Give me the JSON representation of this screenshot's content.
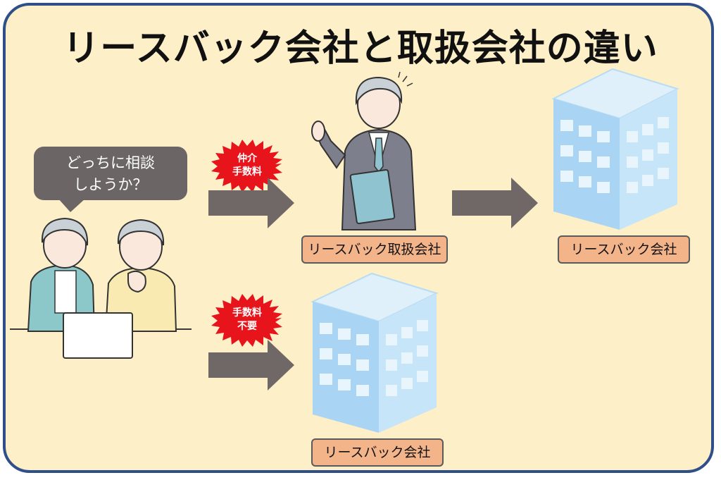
{
  "title": "リースバック会社と取扱会社の違い",
  "bubble": {
    "line1": "どっちに相談",
    "line2": "しようか？"
  },
  "badges": {
    "top": {
      "line1": "仲介",
      "line2": "手数料"
    },
    "bottom": {
      "line1": "手数料",
      "line2": "不要"
    }
  },
  "labels": {
    "broker": "リースバック取扱会社",
    "company_top": "リースバック会社",
    "company_bottom": "リースバック会社"
  },
  "colors": {
    "frame_border": "#2f4f8a",
    "background": "#fdefc8",
    "badge": "#e8141b",
    "arrow": "#706866",
    "label_fill": "#f3b48a",
    "building": "#a9d4f3"
  }
}
